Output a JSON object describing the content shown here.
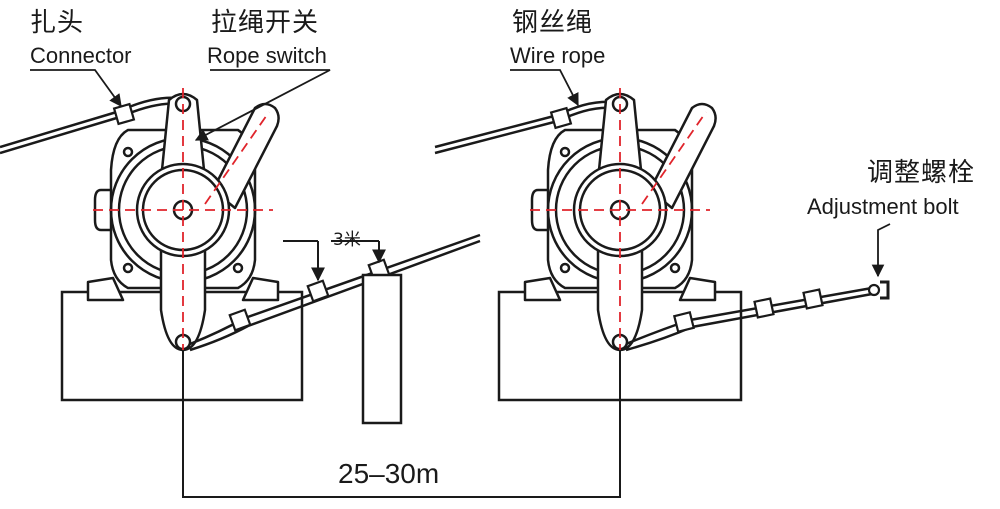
{
  "labels": {
    "connector_cn": "扎头",
    "connector_en": "Connector",
    "rope_switch_cn": "拉绳开关",
    "rope_switch_en": "Rope switch",
    "wire_rope_cn": "钢丝绳",
    "wire_rope_en": "Wire rope",
    "adjust_bolt_cn": "调整螺栓",
    "adjust_bolt_en": "Adjustment bolt",
    "spacing": "3米",
    "distance": "25–30m"
  },
  "colors": {
    "line": "#1a1a1a",
    "centerline": "#e0242b",
    "fill": "#ffffff"
  }
}
